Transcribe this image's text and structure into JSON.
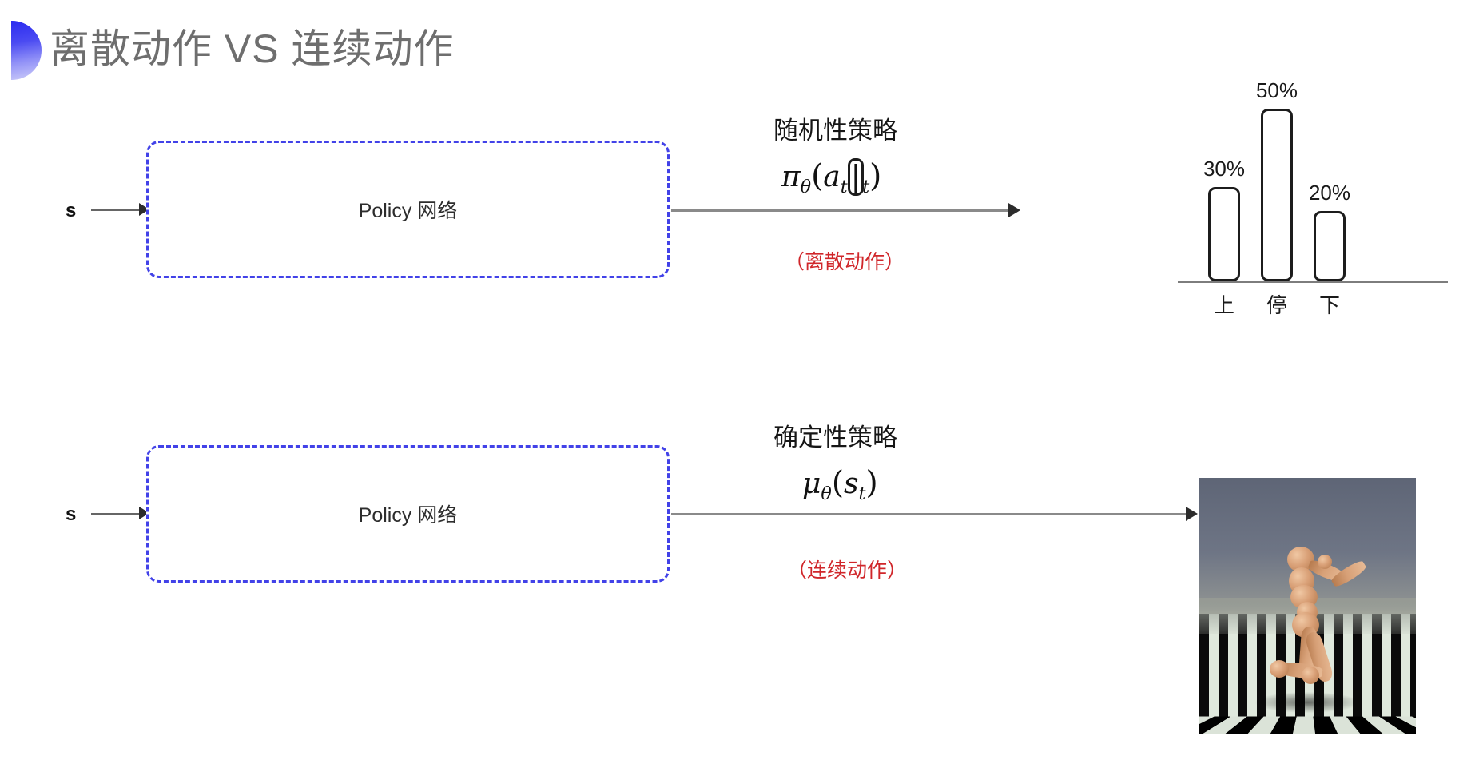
{
  "page": {
    "title": "离散动作 VS 连续动作",
    "background_color": "#ffffff",
    "bullet_color": "#2b2bf0"
  },
  "rows": [
    {
      "id": "discrete",
      "state_label": "s",
      "box_label": "Policy 网络",
      "box_border_color": "#4242e8",
      "policy_kind": "随机性策略",
      "formula_plain": "πθ(at|st)",
      "note": "（离散动作）",
      "note_color": "#d0262a",
      "output_kind": "bar-chart"
    },
    {
      "id": "continuous",
      "state_label": "s",
      "box_label": "Policy 网络",
      "box_border_color": "#4242e8",
      "policy_kind": "确定性策略",
      "formula_plain": "μθ(st)",
      "note": "（连续动作）",
      "note_color": "#d0262a",
      "output_kind": "humanoid-image"
    }
  ],
  "chart_data": {
    "type": "bar",
    "title": "",
    "categories": [
      "上",
      "停",
      "下"
    ],
    "values": [
      30,
      50,
      20
    ],
    "value_labels": [
      "30%",
      "50%",
      "20%"
    ],
    "xlabel": "",
    "ylabel": "",
    "ylim": [
      0,
      60
    ],
    "grid": false,
    "legend": "none",
    "bar_fill": "#ffffff",
    "bar_stroke": "#1c1c1c",
    "axis_color": "#7d7d7d"
  },
  "humanoid": {
    "caption": "",
    "scene": "MuJoCo Humanoid on checkerboard floor",
    "sky_color": "#6e7585",
    "floor_colors": [
      "#0a0a0a",
      "#dfe8dc"
    ],
    "body_color": "#d7a077"
  },
  "formula_parts": {
    "pi": "π",
    "mu": "μ",
    "theta": "θ",
    "a": "a",
    "s": "s",
    "t": "t",
    "open_paren": "(",
    "close_paren": ")",
    "bar": "|"
  }
}
